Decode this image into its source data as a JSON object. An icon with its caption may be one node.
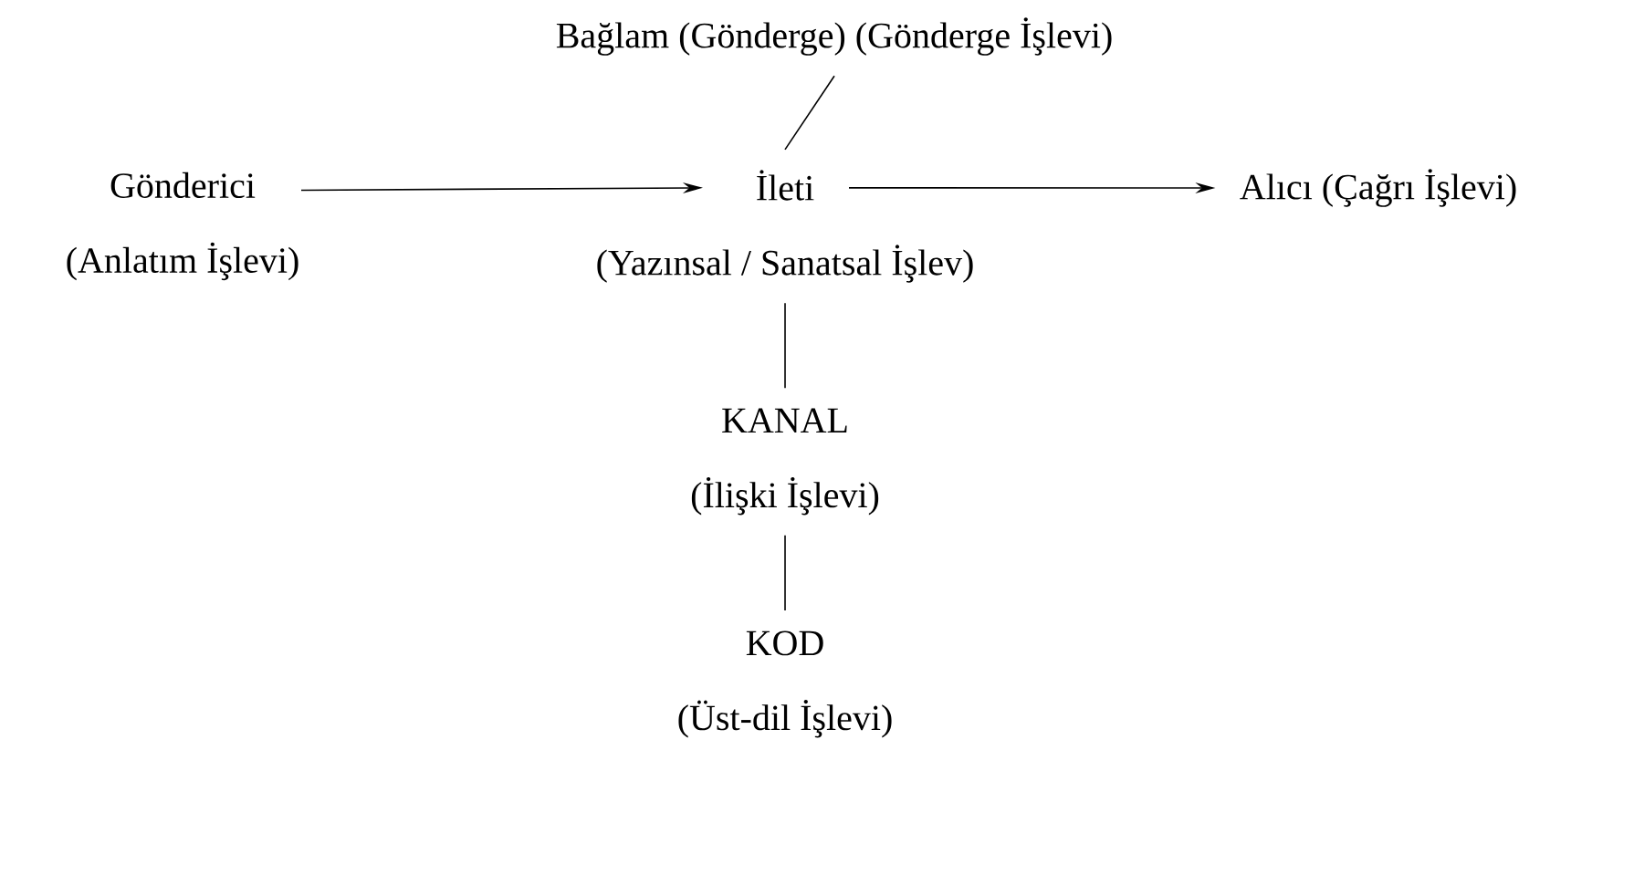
{
  "diagram": {
    "nodes": [
      {
        "text": [
          "Bağlam (Gönderge) (Gönderge İşlevi)"
        ]
      },
      {
        "text": [
          "Gönderici",
          "(Anlatım İşlevi)"
        ]
      },
      {
        "text": [
          "İleti",
          "(Yazınsal / Sanatsal İşlev)"
        ]
      },
      {
        "text": [
          "Alıcı (Çağrı İşlevi)"
        ]
      },
      {
        "text": [
          "KANAL",
          "(İlişki İşlevi)"
        ]
      },
      {
        "text": [
          "KOD",
          "(Üst-dil İşlevi)"
        ]
      }
    ],
    "edges": [
      {
        "from": 0,
        "to": 2,
        "arrow": "none"
      },
      {
        "from": 1,
        "to": 2,
        "arrow": "to"
      },
      {
        "from": 2,
        "to": 3,
        "arrow": "to"
      },
      {
        "from": 2,
        "to": 4,
        "arrow": "none"
      },
      {
        "from": 4,
        "to": 5,
        "arrow": "none"
      }
    ]
  }
}
